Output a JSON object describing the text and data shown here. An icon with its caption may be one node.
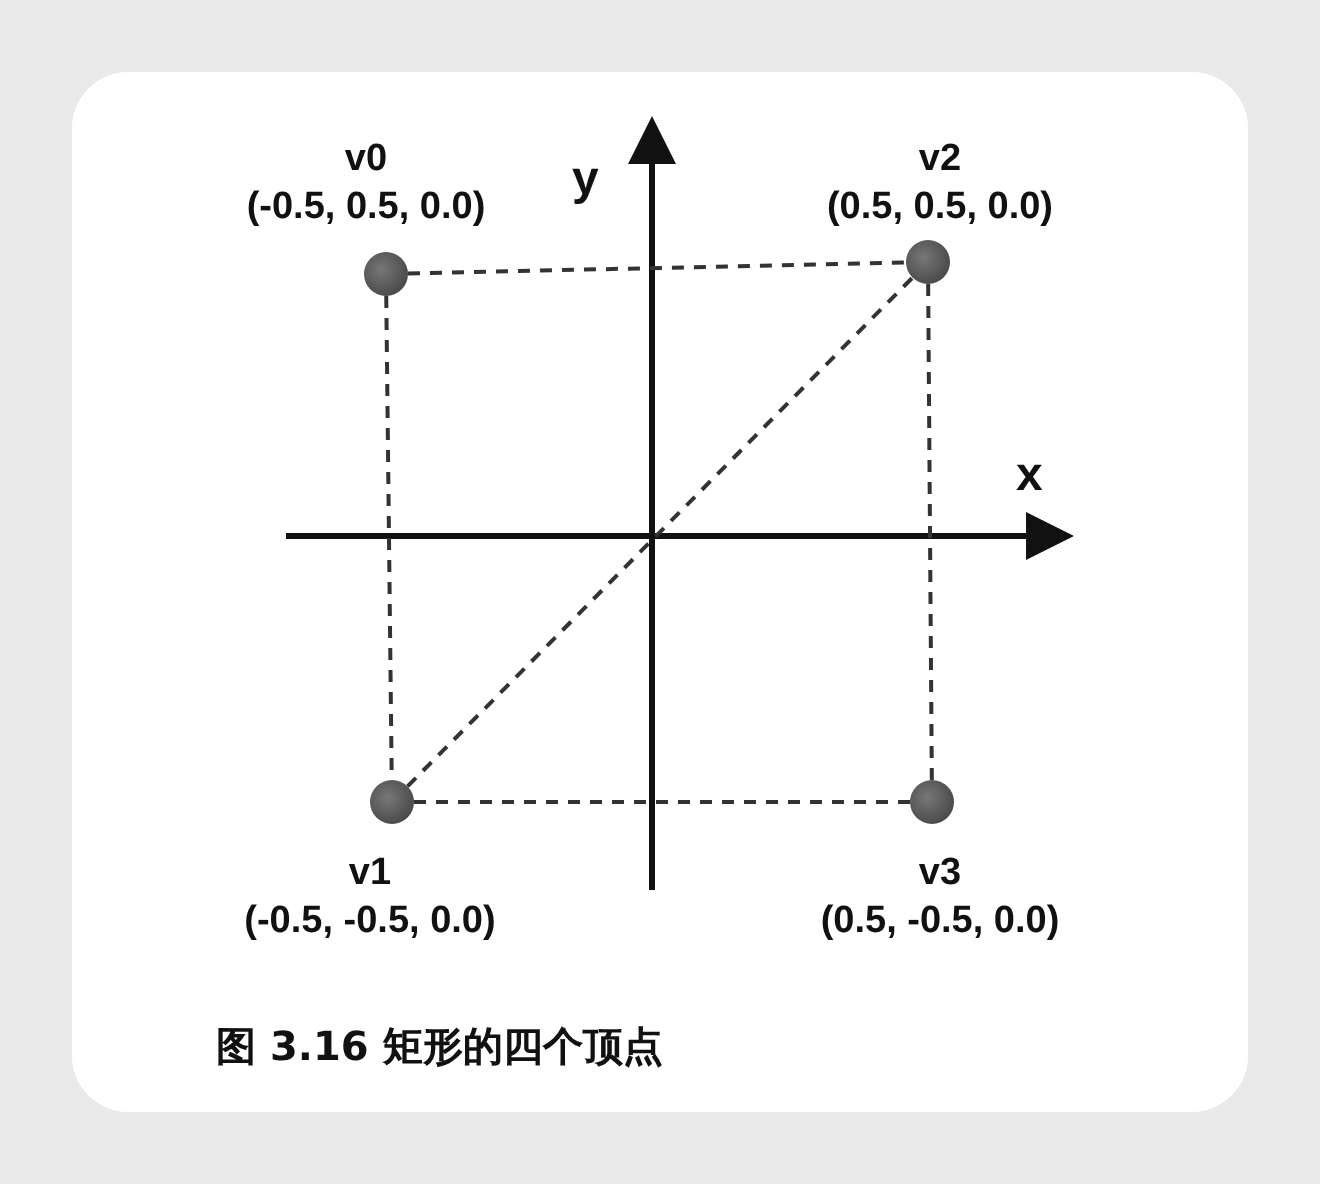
{
  "diagram": {
    "caption": "图 3.16 矩形的四个顶点",
    "nodes": [
      {
        "text": [],
        "shape": "circle",
        "beside": [
          "v0",
          "(-0.5, 0.5, 0.0)"
        ]
      },
      {
        "text": [],
        "shape": "circle",
        "beside": [
          "v2",
          "(0.5, 0.5, 0.0)"
        ]
      },
      {
        "text": [],
        "shape": "circle",
        "beside": [
          "v1",
          "(-0.5, -0.5, 0.0)"
        ]
      },
      {
        "text": [],
        "shape": "circle",
        "beside": [
          "v3",
          "(0.5, -0.5, 0.0)"
        ]
      }
    ],
    "edges": [
      {
        "from": 0,
        "to": 1,
        "arrow": "none",
        "style": "dashed"
      },
      {
        "from": 0,
        "to": 2,
        "arrow": "none",
        "style": "dashed"
      },
      {
        "from": 1,
        "to": 3,
        "arrow": "none",
        "style": "dashed"
      },
      {
        "from": 2,
        "to": 3,
        "arrow": "none",
        "style": "dashed"
      },
      {
        "from": 2,
        "to": 1,
        "arrow": "none",
        "style": "dashed"
      }
    ],
    "labels": [
      "y",
      "x"
    ]
  }
}
